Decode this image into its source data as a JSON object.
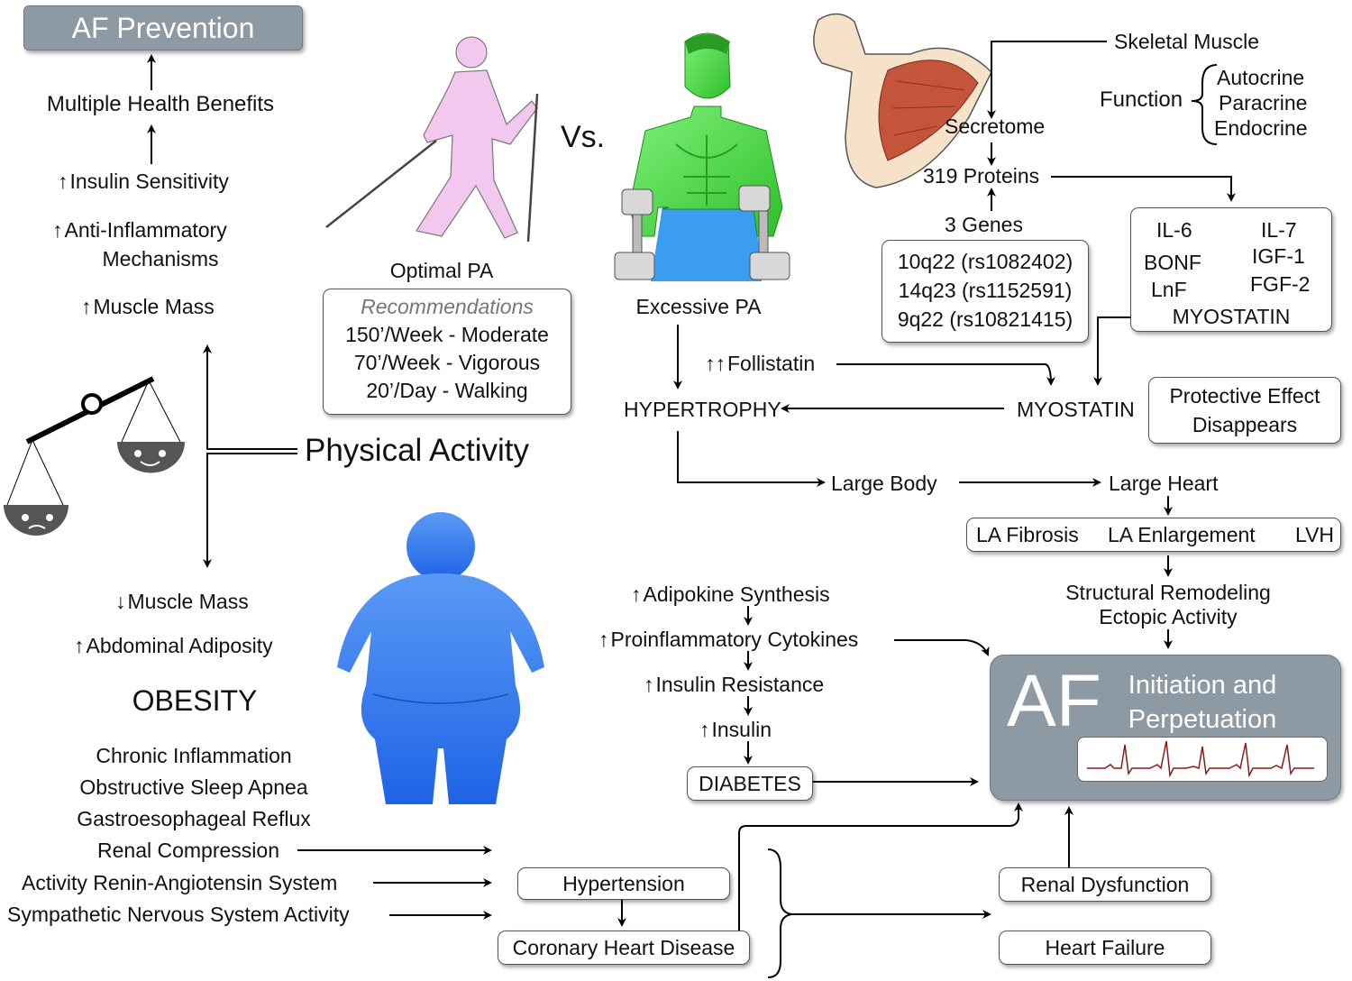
{
  "af_prevention": "AF Prevention",
  "left_top": {
    "multiple_health_benefits": "Multiple Health Benefits",
    "insulin_sensitivity": "Insulin Sensitivity",
    "anti_inflammatory_1": "Anti-Inflammatory",
    "anti_inflammatory_2": "Mechanisms",
    "muscle_mass": "Muscle Mass"
  },
  "physical_activity": "Physical Activity",
  "pa_panel": {
    "vs": "Vs.",
    "optimal_pa": "Optimal PA",
    "excessive_pa": "Excessive PA"
  },
  "recommendations": {
    "title": "Recommendations",
    "items": [
      "150’/Week - Moderate",
      "70’/Week - Vigorous",
      "20’/Day - Walking"
    ]
  },
  "skeletal": {
    "skeletal_muscle": "Skeletal Muscle",
    "function": "Function",
    "functions": [
      "Autocrine",
      "Paracrine",
      "Endocrine"
    ],
    "secretome": "Secretome",
    "proteins": "319 Proteins",
    "genes": "3 Genes",
    "gene_list": [
      "10q22 (rs1082402)",
      "14q23 (rs1152591)",
      "9q22 (rs10821415)"
    ],
    "protein_list": [
      "IL-6",
      "IL-7",
      "BONF",
      "IGF-1",
      "LnF",
      "FGF-2",
      "MYOSTATIN"
    ]
  },
  "middle": {
    "follistatin": "Follistatin",
    "hypertrophy": "HYPERTROPHY",
    "myostatin": "MYOSTATIN",
    "protective_1": "Protective Effect",
    "protective_2": "Disappears",
    "large_body": "Large Body",
    "large_heart": "Large Heart",
    "la_fibrosis": "LA Fibrosis",
    "la_enlargement": "LA Enlargement",
    "lvh": "LVH",
    "structural_remodeling": "Structural Remodeling",
    "ectopic_activity": "Ectopic Activity"
  },
  "af_box": {
    "af": "AF",
    "line1": "Initiation and",
    "line2": "Perpetuation"
  },
  "metabolic": {
    "adipokine": "Adipokine Synthesis",
    "cytokines": "Proinflammatory Cytokines",
    "insulin_resistance": "Insulin Resistance",
    "insulin": "Insulin",
    "diabetes": "DIABETES"
  },
  "obesity": {
    "muscle_mass_down": "Muscle Mass",
    "abdominal_adiposity": "Abdominal Adiposity",
    "title": "OBESITY",
    "conditions": [
      "Chronic Inflammation",
      "Obstructive Sleep Apnea",
      "Gastroesophageal Reflux",
      "Renal Compression",
      "Activity Renin-Angiotensin System",
      "Sympathetic Nervous System Activity"
    ]
  },
  "bottom": {
    "hypertension": "Hypertension",
    "coronary": "Coronary Heart Disease",
    "renal_dysfunction": "Renal Dysfunction",
    "heart_failure": "Heart Failure"
  },
  "colors": {
    "panel": "#8e9aa3",
    "optimal_figure": "#f2c8ef",
    "excessive_figure": "#5fe35a",
    "shorts": "#3a9df0",
    "obese_figure": "#3d7df2",
    "ecg": "#8b1a1a"
  }
}
